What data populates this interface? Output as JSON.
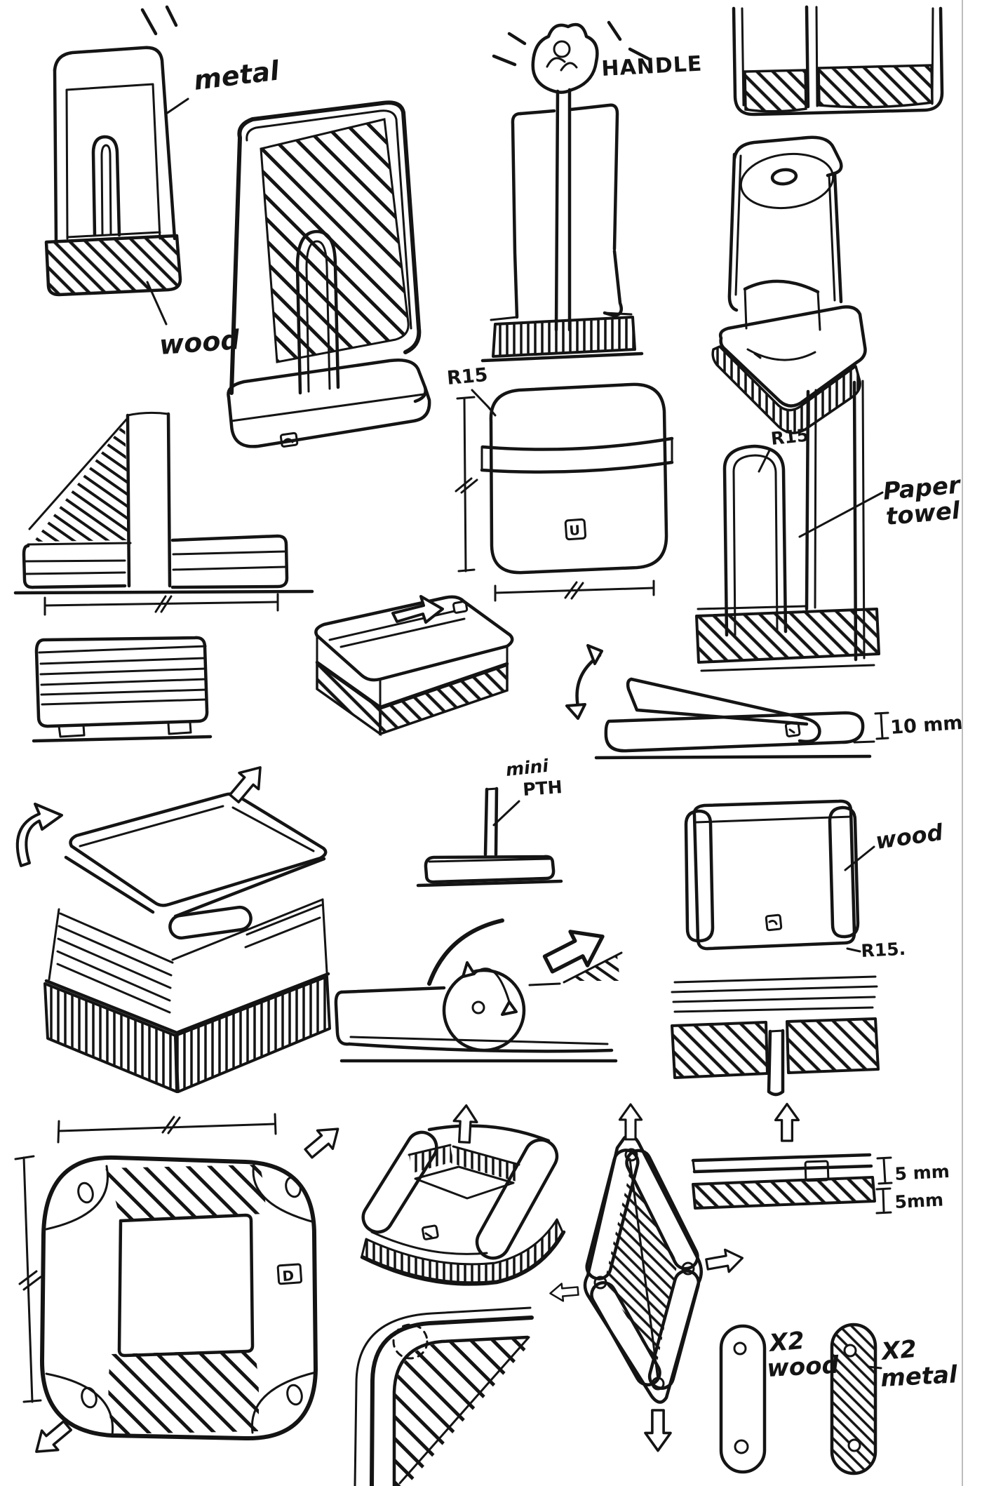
{
  "page": {
    "background": "#ffffff",
    "ink": "#141414",
    "edge_line_color": "#bdbdbd"
  },
  "annotations": {
    "metal": "metal",
    "wood_top": "wood",
    "handle": "HANDLE",
    "r15_front": "R15",
    "r15_detail": "R15",
    "paper_towel_line1": "Paper",
    "paper_towel_line2": "towel",
    "dim_10mm": "10 mm",
    "mini_line1": "mini",
    "mini_line2": "PTH",
    "wood_right": "wood",
    "r15_corner": "R15.",
    "dim_5mm_top": "5 mm",
    "dim_5mm_bottom": "5mm",
    "x2_wood_qty": "X2",
    "x2_wood_material": "wood",
    "x2_metal_qty": "X2",
    "x2_metal_material": "metal",
    "logo_u": "U",
    "logo_d": "D"
  }
}
